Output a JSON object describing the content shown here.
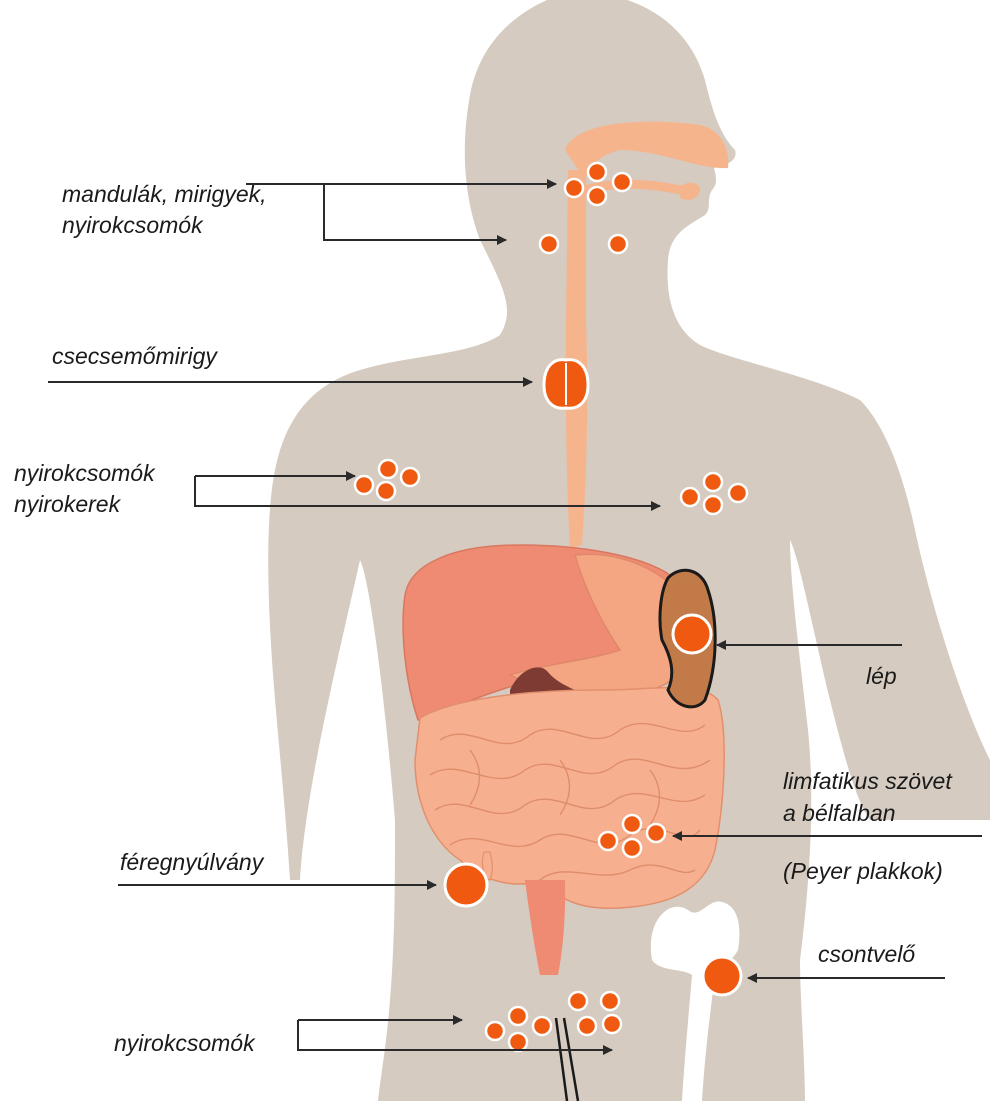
{
  "labels": {
    "tonsils_line1": "mandulák, mirigyek,",
    "tonsils_line2": "nyirokcsomók",
    "thymus": "csecsemőmirigy",
    "axillary_line1": "nyirokcsomók",
    "axillary_line2": "nyirokerek",
    "spleen": "lép",
    "peyer_line1": "limfatikus szövet",
    "peyer_line2": "a bélfalban",
    "peyer_line3": "(Peyer plakkok)",
    "appendix": "féregnyúlvány",
    "bone_marrow": "csontvelő",
    "inguinal": "nyirokcsomók"
  },
  "colors": {
    "body": "#d5cbc0",
    "digestive_tract": "#f6b48d",
    "liver": "#ee8b72",
    "stomach": "#f4a582",
    "intestines": "#f7b08f",
    "spleen": "#c27a48",
    "lymph_node": "#ef5a10",
    "bone": "#ffffff"
  }
}
